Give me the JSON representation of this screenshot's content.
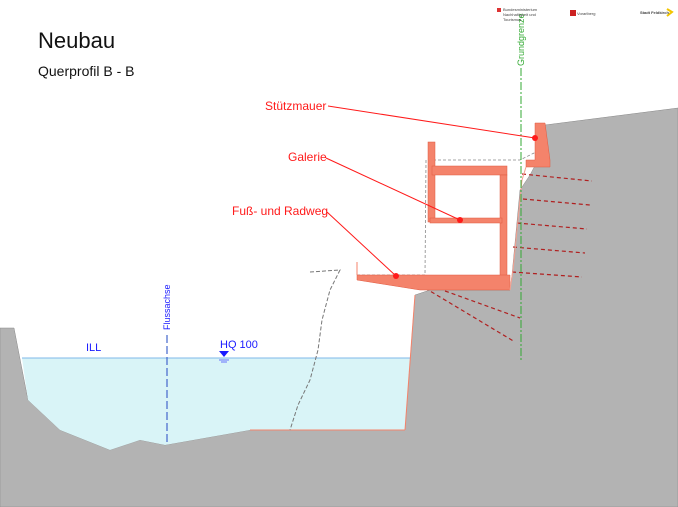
{
  "title": "Neubau",
  "subtitle": "Querprofil B - B",
  "labels": {
    "retaining_wall": "Stützmauer",
    "gallery": "Galerie",
    "path": "Fuß- und Radweg",
    "property_line": "Grundgrenze",
    "river_axis": "Flussachse",
    "river": "ILL",
    "flood_level": "HQ 100"
  },
  "logos": [
    "Bundesministerium Nachhaltigkeit und Tourismus",
    "Vorarlberg",
    "Stadt Feldkirch"
  ],
  "colors": {
    "concrete": "#f4836b",
    "ground": "#b3b3b3",
    "water": "#d9f4f7",
    "label": "#ff1a1a",
    "water_label": "#1a1aff",
    "property_line": "#33aa33"
  }
}
